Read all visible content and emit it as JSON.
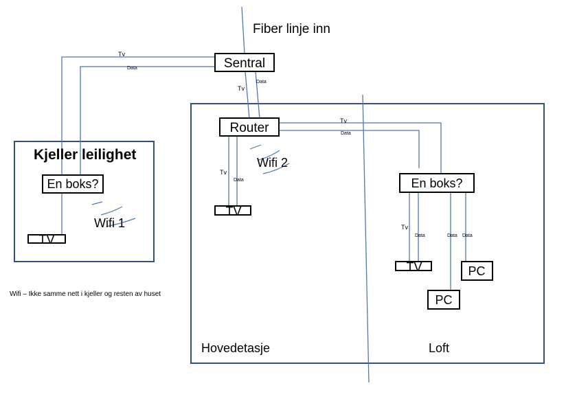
{
  "labels": {
    "fiber": "Fiber linje inn",
    "sentral": "Sentral",
    "router": "Router",
    "kjeller_title": "Kjeller leilighet",
    "en_boks_kjeller": "En boks?",
    "en_boks_loft": "En boks?",
    "tv_kjeller": "TV",
    "tv_main": "TV",
    "tv_loft": "TV",
    "pc_1": "PC",
    "pc_2": "PC",
    "wifi1": "Wifi 1",
    "wifi2": "Wifi 2",
    "hovedetasje": "Hovedetasje",
    "loft": "Loft",
    "note": "Wifi – Ikke samme nett i kjeller og resten av huset",
    "tv": "Tv",
    "data": "Data"
  }
}
